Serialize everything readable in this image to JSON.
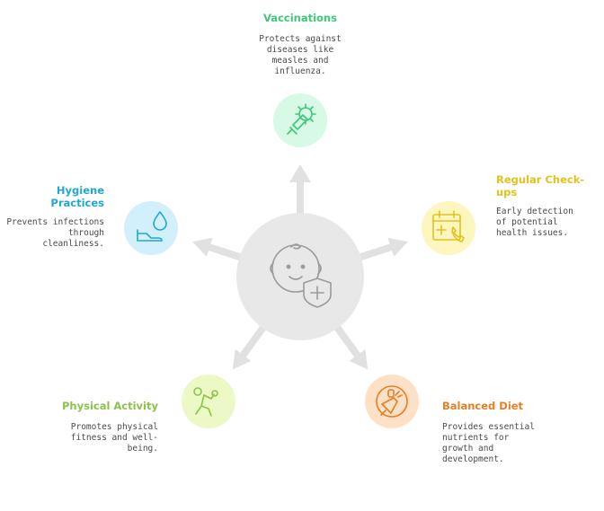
{
  "colors": {
    "hub_fill": "#e8e8e8",
    "arrow": "#e1e1e1",
    "hub_icon": "#9a9a9a",
    "text": "#4a4a4a"
  },
  "nodes": [
    {
      "id": "vaccinations",
      "title": "Vaccinations",
      "description": "Protects against diseases like measles and influenza.",
      "icon": "virus-syringe-icon",
      "color": "#3cc97a",
      "fill": "#d7f9e6"
    },
    {
      "id": "regular-checkups",
      "title": "Regular Check-ups",
      "description": "Early detection of potential health issues.",
      "icon": "calendar-phone-icon",
      "color": "#e2c21b",
      "fill": "#fdf6bf"
    },
    {
      "id": "balanced-diet",
      "title": "Balanced Diet",
      "description": "Provides essential nutrients for growth and development.",
      "icon": "carrot-plate-icon",
      "color": "#e67e22",
      "fill": "#fde1c7"
    },
    {
      "id": "physical-activity",
      "title": "Physical Activity",
      "description": "Promotes physical fitness and well-being.",
      "icon": "person-ball-icon",
      "color": "#8bc34a",
      "fill": "#ecf9c6"
    },
    {
      "id": "hygiene-practices",
      "title": "Hygiene Practices",
      "description": "Prevents infections through cleanliness.",
      "icon": "water-drop-hand-icon",
      "color": "#1fa8d6",
      "fill": "#d2f0fb"
    }
  ],
  "hub": {
    "icon": "baby-shield-icon"
  }
}
